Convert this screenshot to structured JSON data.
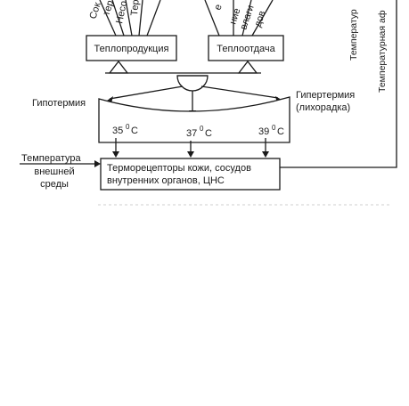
{
  "top_labels_left": [
    "Сок",
    "тер",
    "Несо",
    "Тер"
  ],
  "top_labels_right": [
    "е",
    "ние",
    "влаги",
    "дов"
  ],
  "box_heat_production": "Теплопродукция",
  "box_heat_loss": "Теплоотдача",
  "label_hypothermia": "Гипотермия",
  "label_hyperthermia": "Гипертермия",
  "label_fever": "(лихорадка)",
  "temp_left": {
    "value": "35",
    "unit": "C",
    "sup": "0"
  },
  "temp_mid": {
    "value": "37",
    "unit": "C",
    "sup": "0"
  },
  "temp_right": {
    "value": "39",
    "unit": "C",
    "sup": "0"
  },
  "ext_temp": [
    "Температура",
    "внешней",
    "среды"
  ],
  "box_receptors": [
    "Терморецепторы кожи, сосудов",
    "внутренних органов, ЦНС"
  ],
  "vertical_label_1": "Температур",
  "vertical_label_2": "Температурная аф"
}
